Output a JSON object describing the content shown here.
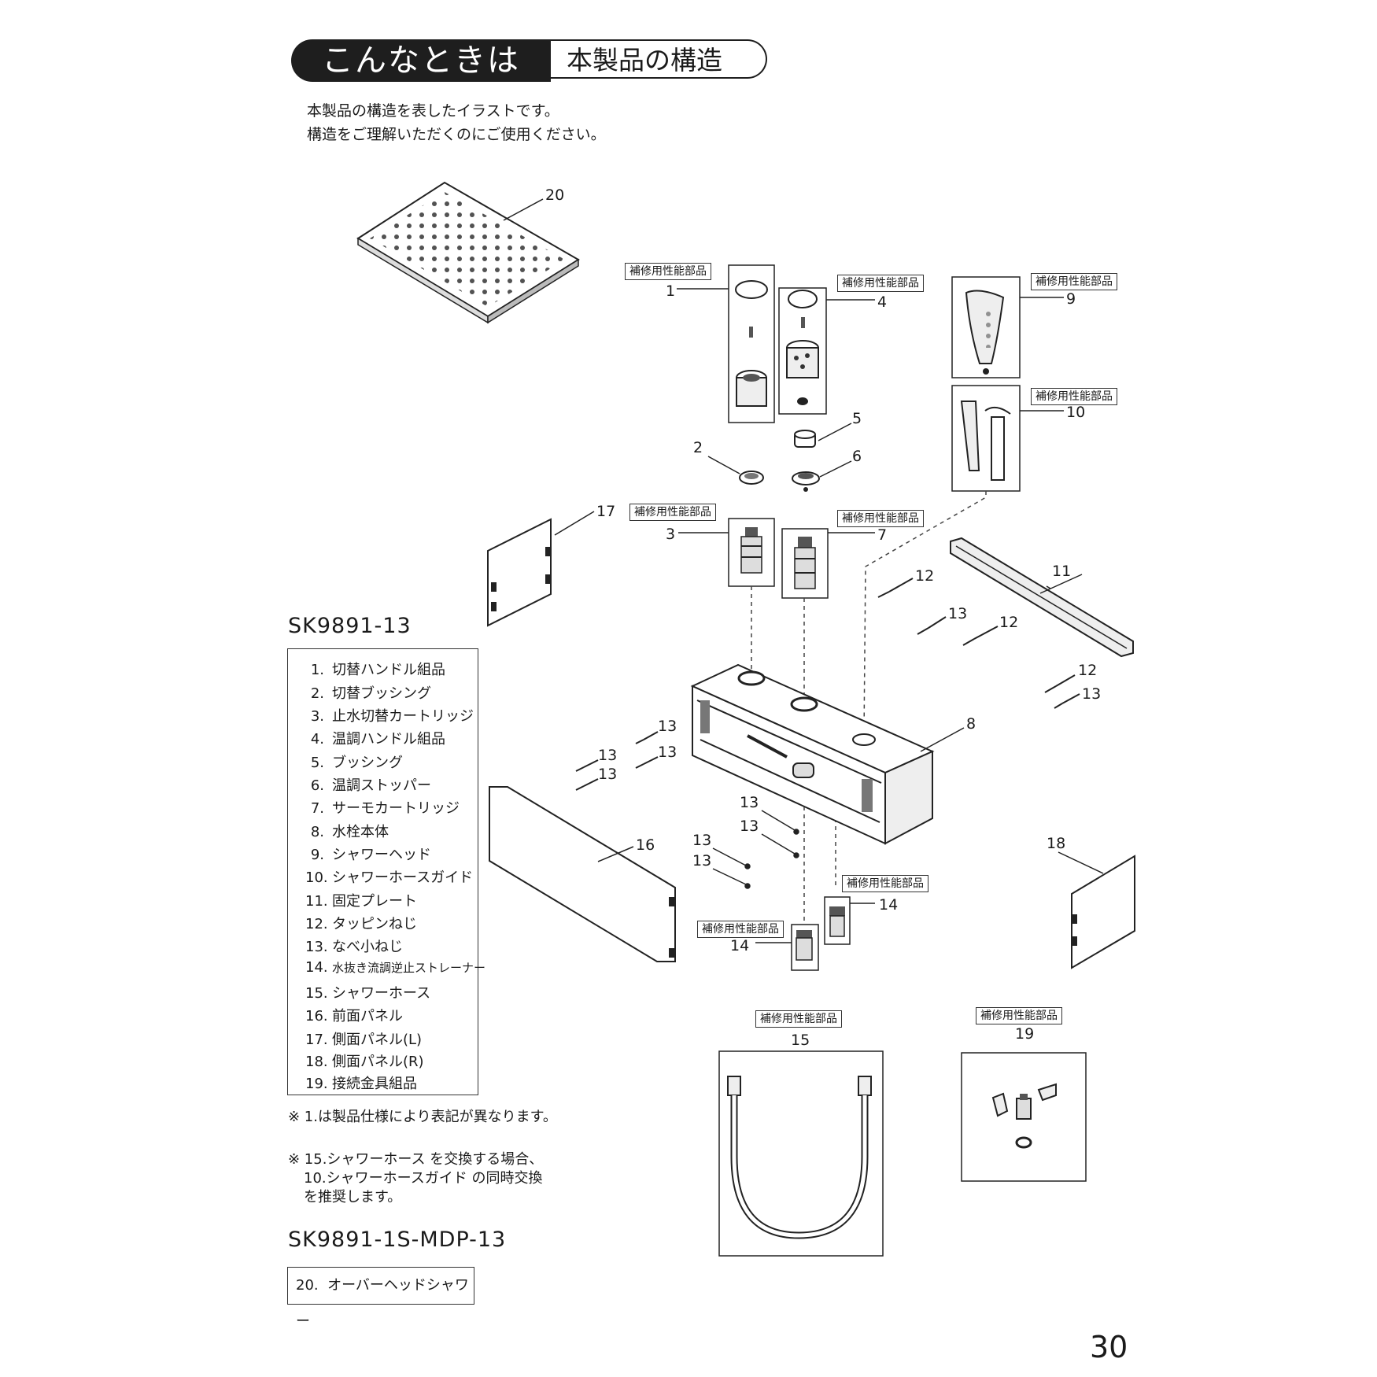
{
  "header": {
    "title_main": "こんなときは",
    "title_sub": "本製品の構造"
  },
  "intro": [
    "本製品の構造を表したイラストです。",
    "構造をご理解いただくのにご使用ください。"
  ],
  "model_a": "SK9891-13",
  "parts": [
    {
      "num": "1.",
      "label": "切替ハンドル組品"
    },
    {
      "num": "2.",
      "label": "切替ブッシング"
    },
    {
      "num": "3.",
      "label": "止水切替カートリッジ"
    },
    {
      "num": "4.",
      "label": "温調ハンドル組品"
    },
    {
      "num": "5.",
      "label": "ブッシング"
    },
    {
      "num": "6.",
      "label": "温調ストッパー"
    },
    {
      "num": "7.",
      "label": "サーモカートリッジ"
    },
    {
      "num": "8.",
      "label": "水栓本体"
    },
    {
      "num": "9.",
      "label": "シャワーヘッド"
    },
    {
      "num": "10.",
      "label": "シャワーホースガイド"
    },
    {
      "num": "11.",
      "label": "固定プレート"
    },
    {
      "num": "12.",
      "label": "タッピンねじ"
    },
    {
      "num": "13.",
      "label": "なべ小ねじ"
    },
    {
      "num": "14.",
      "label": "水抜き流調逆止ストレーナー"
    },
    {
      "num": "15.",
      "label": "シャワーホース"
    },
    {
      "num": "16.",
      "label": "前面パネル"
    },
    {
      "num": "17.",
      "label": "側面パネル(L)"
    },
    {
      "num": "18.",
      "label": "側面パネル(R)"
    },
    {
      "num": "19.",
      "label": "接続金具組品"
    }
  ],
  "notes": [
    "※ 1.は製品仕様により表記が異なります。",
    "※ 15.シャワーホース を交換する場合、",
    "10.シャワーホースガイド の同時交換",
    "を推奨します。"
  ],
  "model_b": "SK9891-1S-MDP-13",
  "part20": {
    "num": "20.",
    "label": "オーバーヘッドシャワー"
  },
  "repair_tag": "補修用性能部品",
  "callouts": {
    "c1": "1",
    "c2": "2",
    "c3": "3",
    "c4": "4",
    "c5": "5",
    "c6": "6",
    "c7": "7",
    "c8": "8",
    "c9": "9",
    "c10": "10",
    "c11": "11",
    "c12": "12",
    "c13": "13",
    "c14": "14",
    "c15": "15",
    "c16": "16",
    "c17": "17",
    "c18": "18",
    "c19": "19",
    "c20": "20"
  },
  "page_number": "30"
}
